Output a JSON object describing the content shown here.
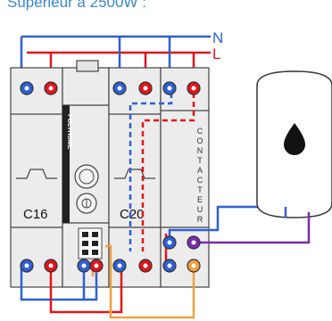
{
  "caption": "Supérieur à 2500W :",
  "lines": {
    "neutral": "N",
    "live": "L"
  },
  "breakers": {
    "left": "C16",
    "middle": "C20"
  },
  "brand": "POLYHOME",
  "contactor_label": "CONTACTEUR",
  "colors": {
    "neutral": "#2f5fd6",
    "live": "#e0151b",
    "control_neutral": "#2f5fd6",
    "control_live": "#e0151b",
    "contactor_feed": "#f0a040",
    "heater_link": "#7a2ab0",
    "heater_body": "#ffffff",
    "drop": "#111111"
  }
}
